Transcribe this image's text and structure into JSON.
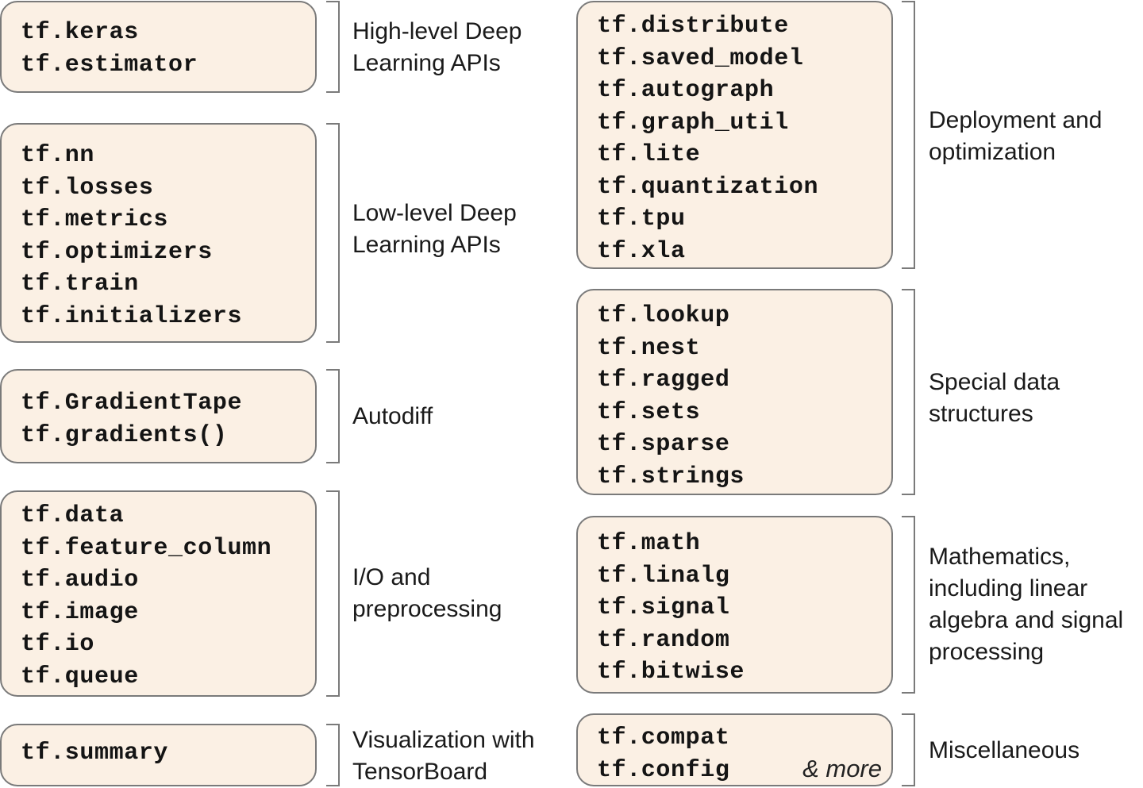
{
  "left_groups": [
    {
      "items": [
        "tf.keras",
        "tf.estimator"
      ],
      "label": [
        "High-level Deep",
        "Learning APIs"
      ]
    },
    {
      "items": [
        "tf.nn",
        "tf.losses",
        "tf.metrics",
        "tf.optimizers",
        "tf.train",
        "tf.initializers"
      ],
      "label": [
        "Low-level Deep",
        "Learning APIs"
      ]
    },
    {
      "items": [
        "tf.GradientTape",
        "tf.gradients()"
      ],
      "label": [
        "Autodiff"
      ]
    },
    {
      "items": [
        "tf.data",
        "tf.feature_column",
        "tf.audio",
        "tf.image",
        "tf.io",
        "tf.queue"
      ],
      "label": [
        "I/O and",
        "preprocessing"
      ]
    },
    {
      "items": [
        "tf.summary"
      ],
      "label": [
        "Visualization with",
        "TensorBoard"
      ]
    }
  ],
  "right_groups": [
    {
      "items": [
        "tf.distribute",
        "tf.saved_model",
        "tf.autograph",
        "tf.graph_util",
        "tf.lite",
        "tf.quantization",
        "tf.tpu",
        "tf.xla"
      ],
      "label": [
        "Deployment and",
        "optimization"
      ]
    },
    {
      "items": [
        "tf.lookup",
        "tf.nest",
        "tf.ragged",
        "tf.sets",
        "tf.sparse",
        "tf.strings"
      ],
      "label": [
        "Special data",
        "structures"
      ]
    },
    {
      "items": [
        "tf.math",
        "tf.linalg",
        "tf.signal",
        "tf.random",
        "tf.bitwise"
      ],
      "label": [
        "Mathematics,",
        "including linear",
        "algebra and signal",
        "processing"
      ]
    },
    {
      "items": [
        "tf.compat",
        "tf.config"
      ],
      "label": [
        "Miscellaneous"
      ],
      "extra": "& more"
    }
  ],
  "colors": {
    "box_fill": "#fbf0e4",
    "box_border": "#7a7a7a",
    "bracket": "#7a7a7a",
    "text": "#141414"
  }
}
